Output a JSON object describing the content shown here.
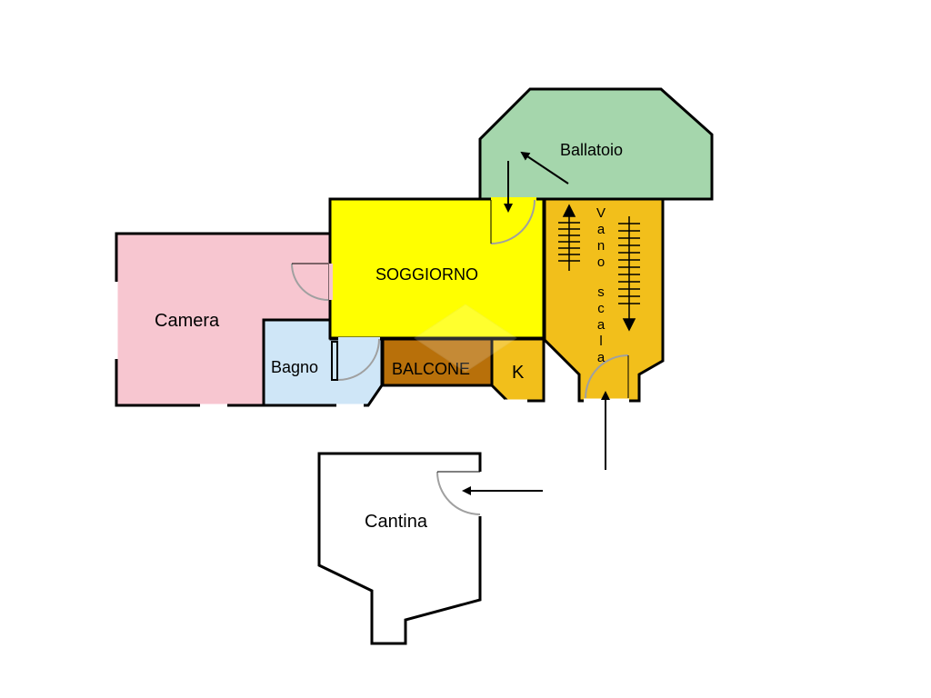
{
  "rooms": {
    "ballatoio": {
      "label": "Ballatoio",
      "color": "#a5d6ac"
    },
    "soggiorno": {
      "label": "SOGGIORNO",
      "color": "#ffff00"
    },
    "camera": {
      "label": "Camera",
      "color": "#f7c6d0"
    },
    "bagno": {
      "label": "Bagno",
      "color": "#cfe6f7"
    },
    "balcone": {
      "label": "BALCONE",
      "color": "#b8700a"
    },
    "kitchen": {
      "label": "K",
      "color": "#f2bf1b"
    },
    "vano_scala": {
      "label_chars": [
        "V",
        "a",
        "n",
        "o",
        "s",
        "c",
        "a",
        "l",
        "a"
      ],
      "color": "#f2bf1b"
    },
    "cantina": {
      "label": "Cantina",
      "color": "#ffffff"
    }
  },
  "wall_color": "#000000",
  "door_arc_color": "#a0a0a0"
}
